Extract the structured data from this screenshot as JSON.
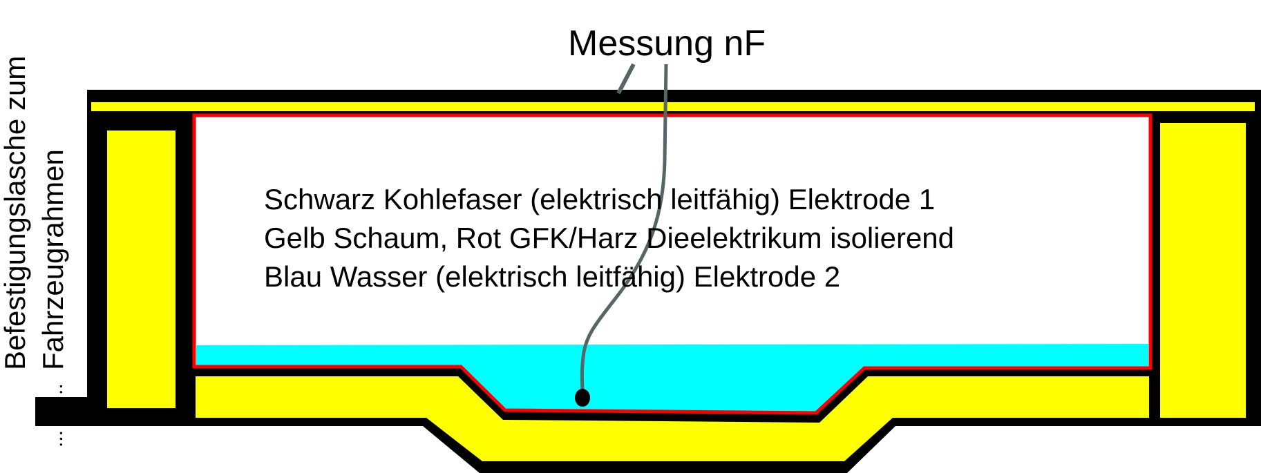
{
  "colors": {
    "frame": "#000000",
    "foam": "#ffff00",
    "resin": "#ff0000",
    "water": "#00ffff",
    "wire": "#566666"
  },
  "labels": {
    "measurement": "Messung nF",
    "bracket_line1": "Befestigungslasche zum",
    "bracket_line2": "Fahrzeugrahmen",
    "ellipsis_top": "..",
    "ellipsis_bottom": "..."
  },
  "legend": [
    "Schwarz Kohlefaser (elektrisch leitfähig) Elektrode 1",
    "Gelb Schaum, Rot GFK/Harz Dieelektrikum isolierend",
    "Blau Wasser (elektrisch leitfähig) Elektrode 2"
  ]
}
